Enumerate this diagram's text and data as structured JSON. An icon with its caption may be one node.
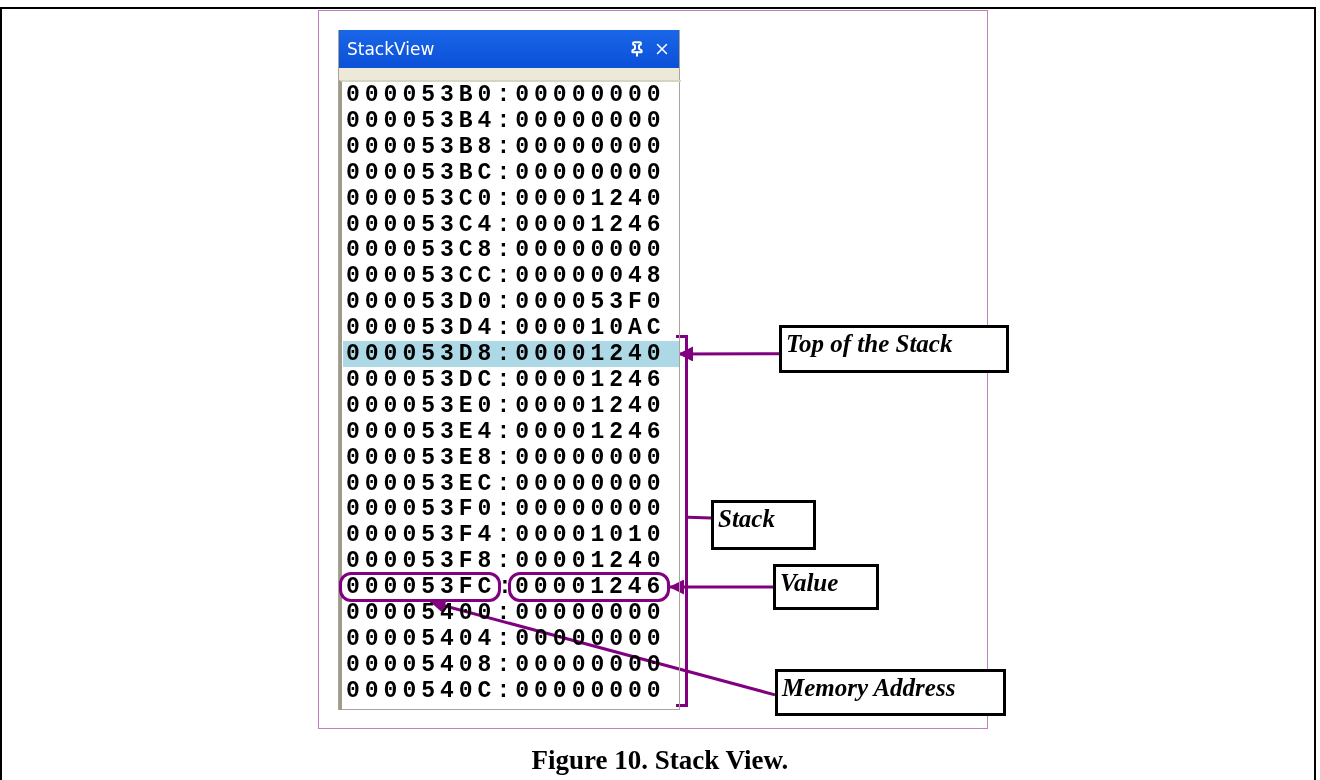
{
  "diagram": {
    "caption": "Figure 10. Stack View.",
    "nodes": [
      {
        "text": [
          "StackView"
        ]
      },
      {
        "text": [
          "000053D8:00001240"
        ],
        "in": 0
      },
      {
        "text": [
          "000053FC"
        ],
        "in": 0
      },
      {
        "text": [
          "00001246"
        ],
        "in": 0
      },
      {
        "text": [],
        "shape": "bracket"
      },
      {
        "text": [
          "Top of the Stack"
        ]
      },
      {
        "text": [
          "Stack"
        ]
      },
      {
        "text": [
          "Value"
        ]
      },
      {
        "text": [
          "Memory Address"
        ]
      }
    ],
    "edges": [
      {
        "from": 5,
        "to": 1,
        "arrow": "to"
      },
      {
        "from": 6,
        "to": 4,
        "arrow": "none"
      },
      {
        "from": 7,
        "to": 3,
        "arrow": "to"
      },
      {
        "from": 8,
        "to": 2,
        "arrow": "to"
      }
    ],
    "labels": [
      "000053B0:00000000",
      "000053B4:00000000",
      "000053B8:00000000",
      "000053BC:00000000",
      "000053C0:00001240",
      "000053C4:00001246",
      "000053C8:00000000",
      "000053CC:00000048",
      "000053D0:000053F0",
      "000053D4:000010AC",
      "000053DC:00001246",
      "000053E0:00001240",
      "000053E4:00001246",
      "000053E8:00000000",
      "000053EC:00000000",
      "000053F0:00000000",
      "000053F4:00001010",
      "000053F8:00001240",
      ":",
      "00005400:00000000",
      "00005404:00000000",
      "00005408:00000000",
      "0000540C:00000000"
    ]
  }
}
